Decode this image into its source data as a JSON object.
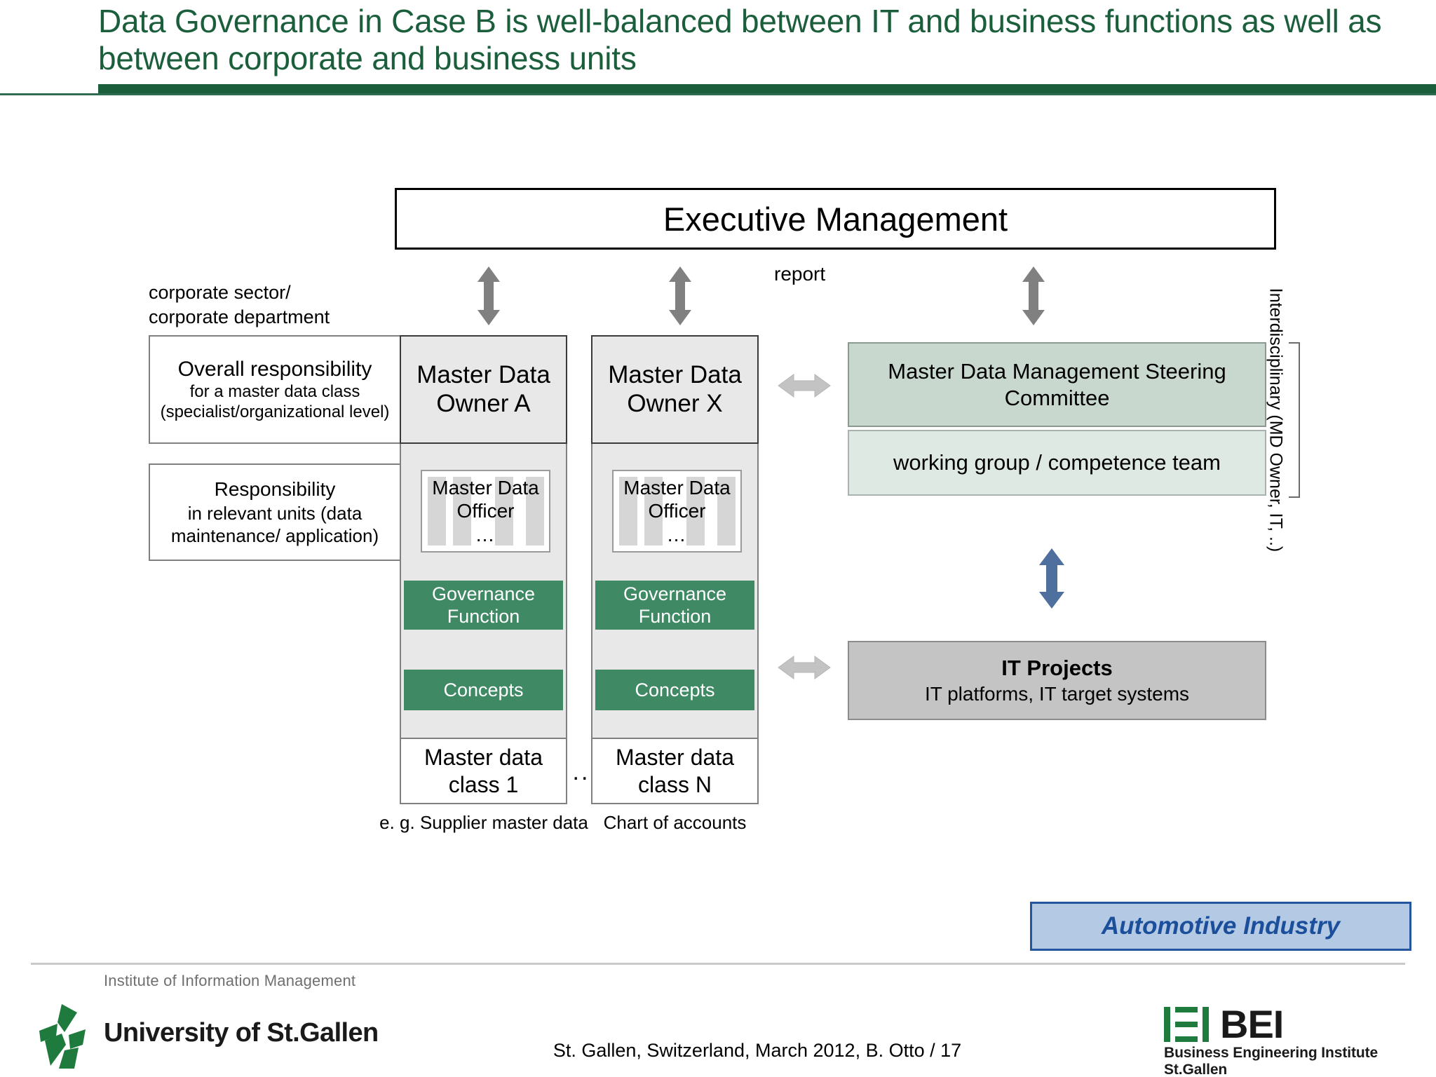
{
  "slide": {
    "title": "Data Governance in Case B is well-balanced between IT and business functions as well as between corporate and business units",
    "accent_green": "#1b5e3c"
  },
  "diagram": {
    "executive_box": "Executive Management",
    "report_label": "report",
    "corporate_label": "corporate sector/\ncorporate department",
    "left_rows": [
      {
        "heading": "Overall responsibility",
        "detail": "for a master data class (specialist/organizational level)"
      },
      {
        "heading": "Responsibility",
        "detail": "in relevant units (data maintenance/ application)"
      }
    ],
    "owner_columns": [
      {
        "owner": "Master Data Owner  A",
        "officer": "Master Data Officer",
        "officer_dots": "…",
        "governance": "Governance Function",
        "concepts": "Concepts",
        "md_class": "Master data class  1",
        "caption": "e. g. Supplier master data"
      },
      {
        "owner": "Master Data Owner  X",
        "officer": "Master Data Officer",
        "officer_dots": "…",
        "governance": "Governance Function",
        "concepts": "Concepts",
        "md_class": "Master data class  N",
        "caption": "Chart of accounts"
      }
    ],
    "column_ellipsis": "..",
    "right_boxes": {
      "steering_committee": "Master Data Management Steering Committee",
      "working_group": "working group / competence team",
      "it_projects_title": "IT Projects",
      "it_projects_sub": "IT platforms, IT target systems"
    },
    "interdisciplinary_label": "Interdisciplinary (MD Owner, IT, ..)",
    "colors": {
      "green_fill": "#3f8964",
      "steering_fill": "#c8d8ce",
      "working_fill": "#dfe9e3",
      "it_projects_fill": "#c4c4c4",
      "arrow_grey": "#808080",
      "arrow_blue": "#4f6f9f"
    }
  },
  "badge": {
    "label": "Automotive Industry",
    "border_color": "#24569e",
    "fill_color": "#b4c9e3"
  },
  "footer": {
    "institute": "Institute of Information Management",
    "university": "University of St.Gallen",
    "center": "St. Gallen, Switzerland, March 2012, B. Otto / 17",
    "bei_word": "BEI",
    "bei_sub": "Business Engineering Institute St.Gallen"
  }
}
